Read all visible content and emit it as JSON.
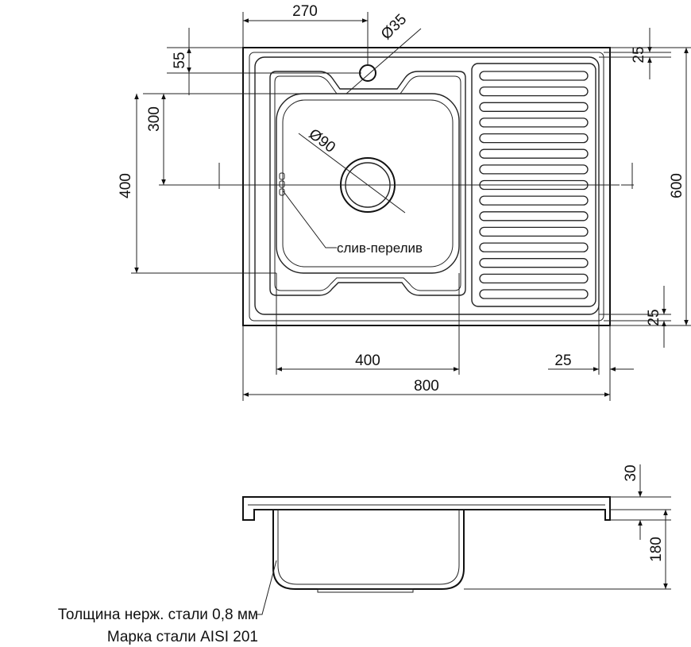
{
  "dimensions": {
    "top_width_270": "270",
    "hole_dia_35": "Ø35",
    "side_55": "55",
    "side_300": "300",
    "side_400": "400",
    "right_25_top": "25",
    "right_600": "600",
    "right_25_bottom": "25",
    "bowl_width_400": "400",
    "drain_25": "25",
    "total_width_800": "800",
    "drain_dia_90": "Ø90",
    "side_30": "30",
    "side_180": "180"
  },
  "labels": {
    "overflow": "слив-перелив"
  },
  "notes": {
    "thickness": "Толщина нерж. стали 0,8 мм",
    "steel_grade": "Марка стали AISI 201"
  },
  "drainboard_ribs": 15
}
